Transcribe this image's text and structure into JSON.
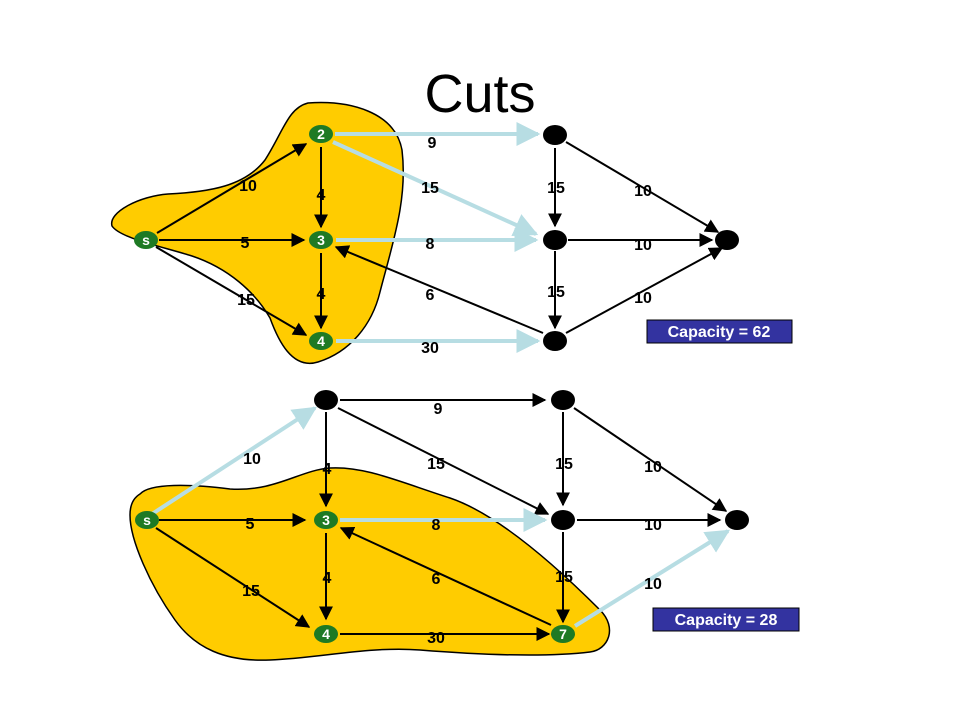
{
  "title": "Cuts",
  "colors": {
    "region_fill": "#FFCC00",
    "region_stroke": "#000000",
    "labeled_node_fill": "#1E7A24",
    "unlabeled_node_fill": "#000000",
    "edge_color": "#000000",
    "cut_edge_color": "#B7DDE3",
    "capacity_box_fill": "#3333A0"
  },
  "diagrams": [
    {
      "id": "cut-1",
      "capacity_label": "Capacity = 62",
      "nodes": [
        {
          "label": "2"
        },
        {
          "label": "s"
        },
        {
          "label": "3"
        },
        {
          "label": "4"
        },
        {
          "label": ""
        },
        {
          "label": ""
        },
        {
          "label": ""
        },
        {
          "label": ""
        }
      ],
      "edge_labels": [
        "10",
        "5",
        "15",
        "4",
        "4",
        "9",
        "15",
        "8",
        "6",
        "30",
        "15",
        "15",
        "10",
        "10",
        "10"
      ]
    },
    {
      "id": "cut-2",
      "capacity_label": "Capacity = 28",
      "nodes": [
        {
          "label": ""
        },
        {
          "label": "s"
        },
        {
          "label": "3"
        },
        {
          "label": "4"
        },
        {
          "label": ""
        },
        {
          "label": ""
        },
        {
          "label": "7"
        },
        {
          "label": ""
        }
      ],
      "edge_labels": [
        "10",
        "5",
        "15",
        "4",
        "4",
        "9",
        "15",
        "8",
        "6",
        "30",
        "15",
        "15",
        "10",
        "10",
        "10"
      ]
    }
  ]
}
